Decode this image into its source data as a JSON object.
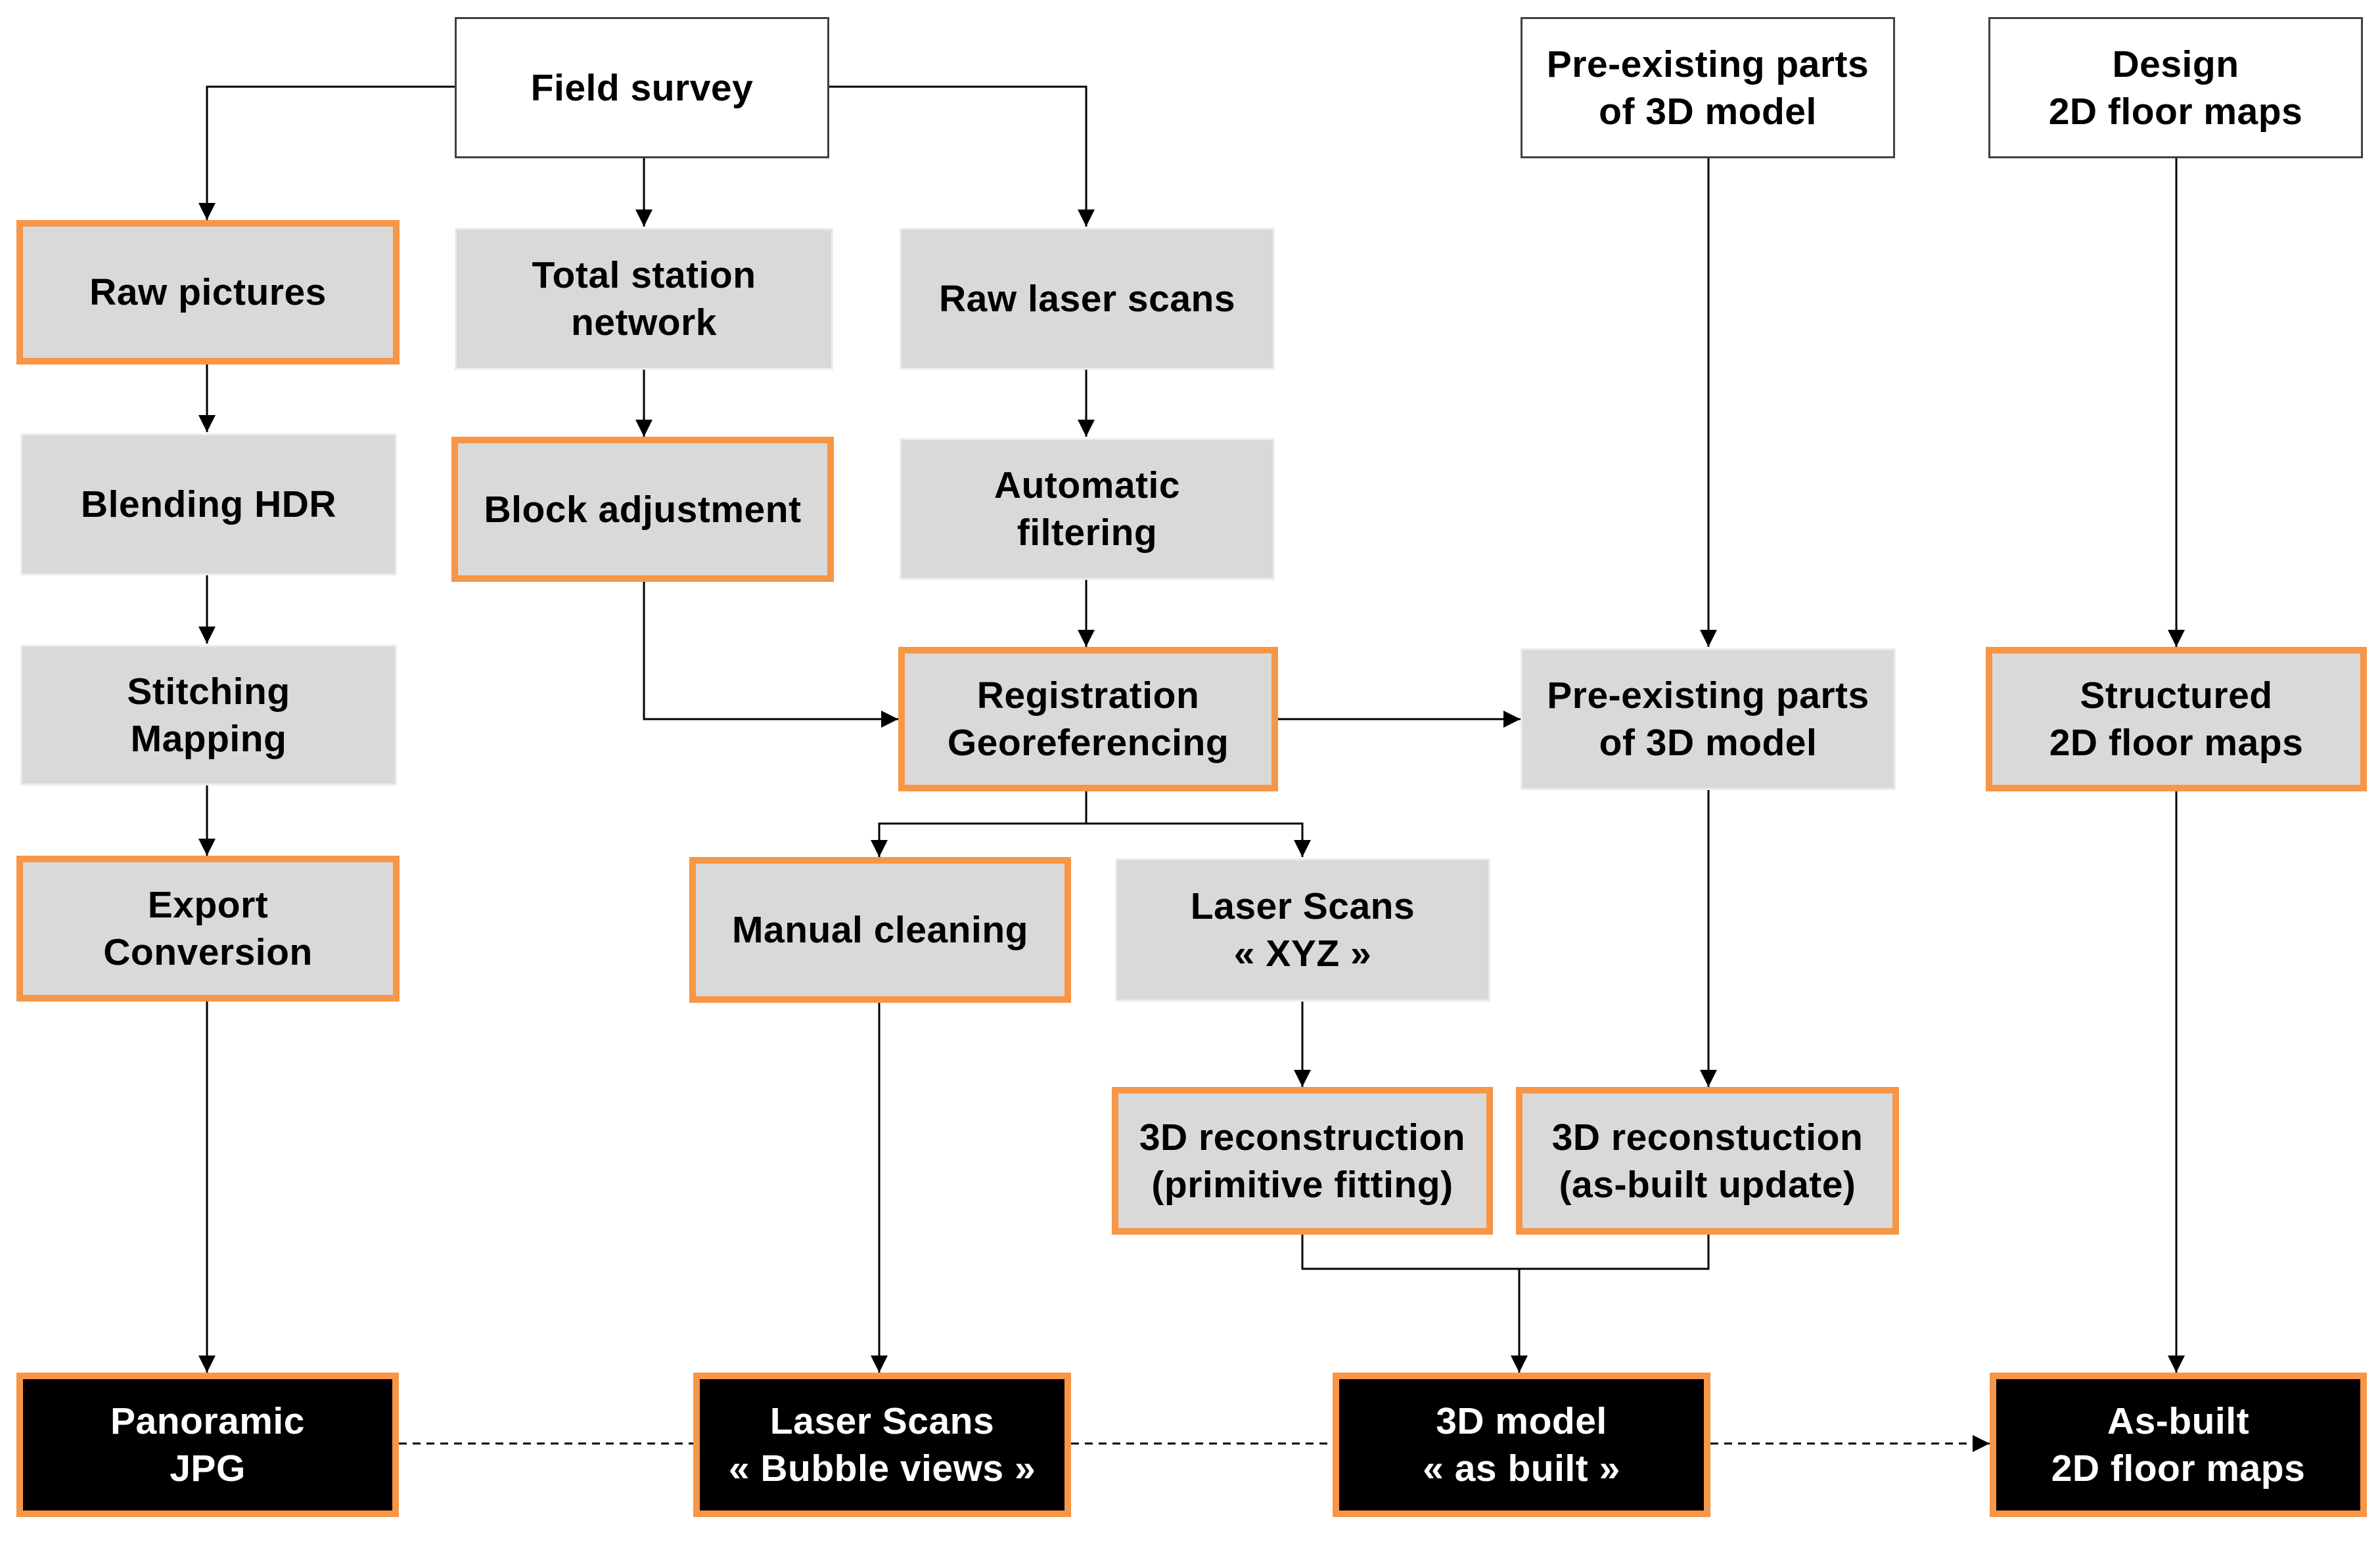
{
  "colors": {
    "orange_border": "#f79646",
    "process_fill": "#d9d9d9",
    "output_fill": "#000000",
    "line": "#000000"
  },
  "nodes": {
    "field_survey": "Field survey",
    "preexisting_top": "Pre-existing parts\nof 3D model",
    "design_floor_maps": "Design\n2D floor maps",
    "raw_pictures": "Raw pictures",
    "total_station": "Total station\nnetwork",
    "raw_laser_scans": "Raw laser scans",
    "blending_hdr": "Blending HDR",
    "block_adjustment": "Block adjustment",
    "automatic_filtering": "Automatic\nfiltering",
    "stitching": "Stitching\nMapping",
    "registration": "Registration\nGeoreferencing",
    "preexisting_mid": "Pre-existing parts\nof 3D model",
    "structured_maps": "Structured\n2D floor maps",
    "export": "Export\nConversion",
    "manual_cleaning": "Manual cleaning",
    "laser_xyz": "Laser Scans\n« XYZ »",
    "recon_primitive": "3D reconstruction\n(primitive fitting)",
    "recon_asbuilt": "3D reconstuction\n(as-built update)",
    "panoramic": "Panoramic\nJPG",
    "bubble_views": "Laser Scans\n« Bubble views »",
    "model_asbuilt": "3D model\n« as built »",
    "asbuilt_maps": "As-built\n2D floor maps"
  }
}
